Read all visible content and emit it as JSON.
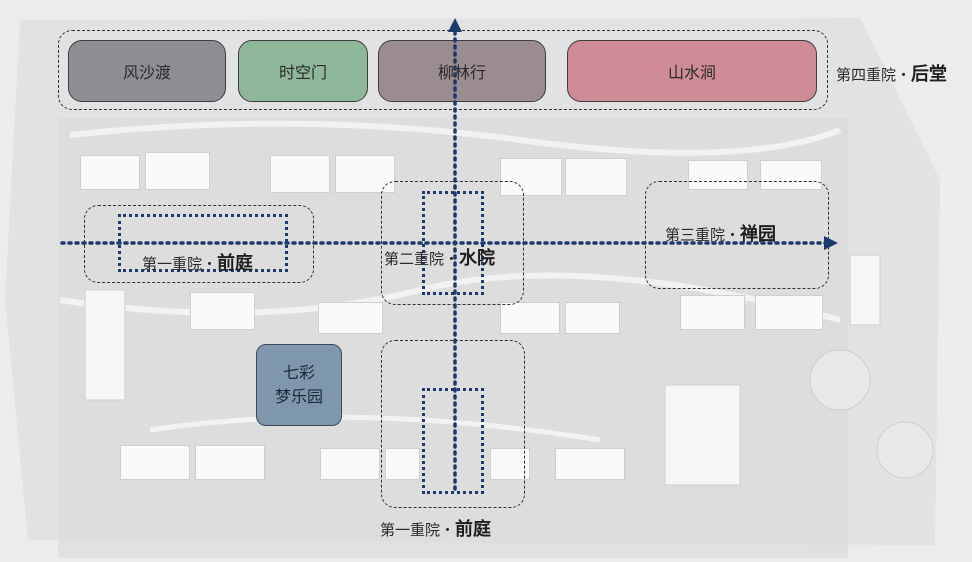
{
  "courtyard_labels": {
    "row4_prefix": "第四重院・",
    "row4_name": "后堂",
    "left_prefix": "第一重院・",
    "left_name": "前庭",
    "center_prefix": "第二重院・",
    "center_name": "水院",
    "right_prefix": "第三重院・",
    "right_name": "禅园",
    "bottom_prefix": "第一重院・",
    "bottom_name": "前庭"
  },
  "top_zones": [
    {
      "label": "风沙渡",
      "color": "#8d8f95"
    },
    {
      "label": "时空门",
      "color": "#8fb79a"
    },
    {
      "label": "柳林行",
      "color": "#9b8d8f"
    },
    {
      "label": "山水涧",
      "color": "#cf8c97"
    }
  ],
  "garden": {
    "line1": "七彩",
    "line2": "梦乐园",
    "color": "#7f97ad"
  },
  "accent_color": "#1d3a6c"
}
